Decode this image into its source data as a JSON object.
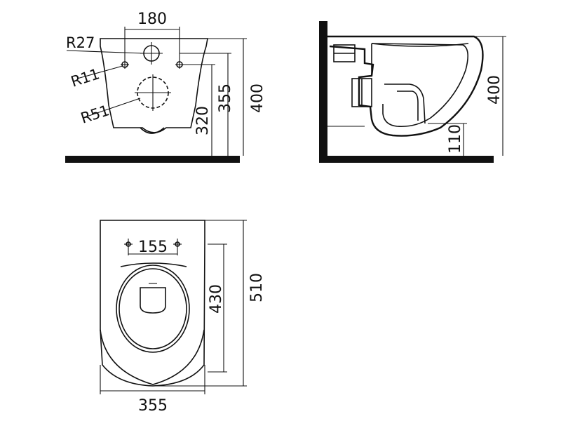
{
  "front_view": {
    "width_fixing": "180",
    "height_outer": "400",
    "height_fixing_upper": "355",
    "height_fixing_lower": "320",
    "radius_large_hole": "R27",
    "radius_small_hole": "R11",
    "radius_outlet": "R51"
  },
  "side_view": {
    "height_total": "400",
    "height_outlet": "110"
  },
  "top_view": {
    "width_fixing": "155",
    "length_inner": "430",
    "length_outer": "510",
    "width_total": "355"
  },
  "colors": {
    "line": "#111111",
    "background": "#ffffff"
  }
}
